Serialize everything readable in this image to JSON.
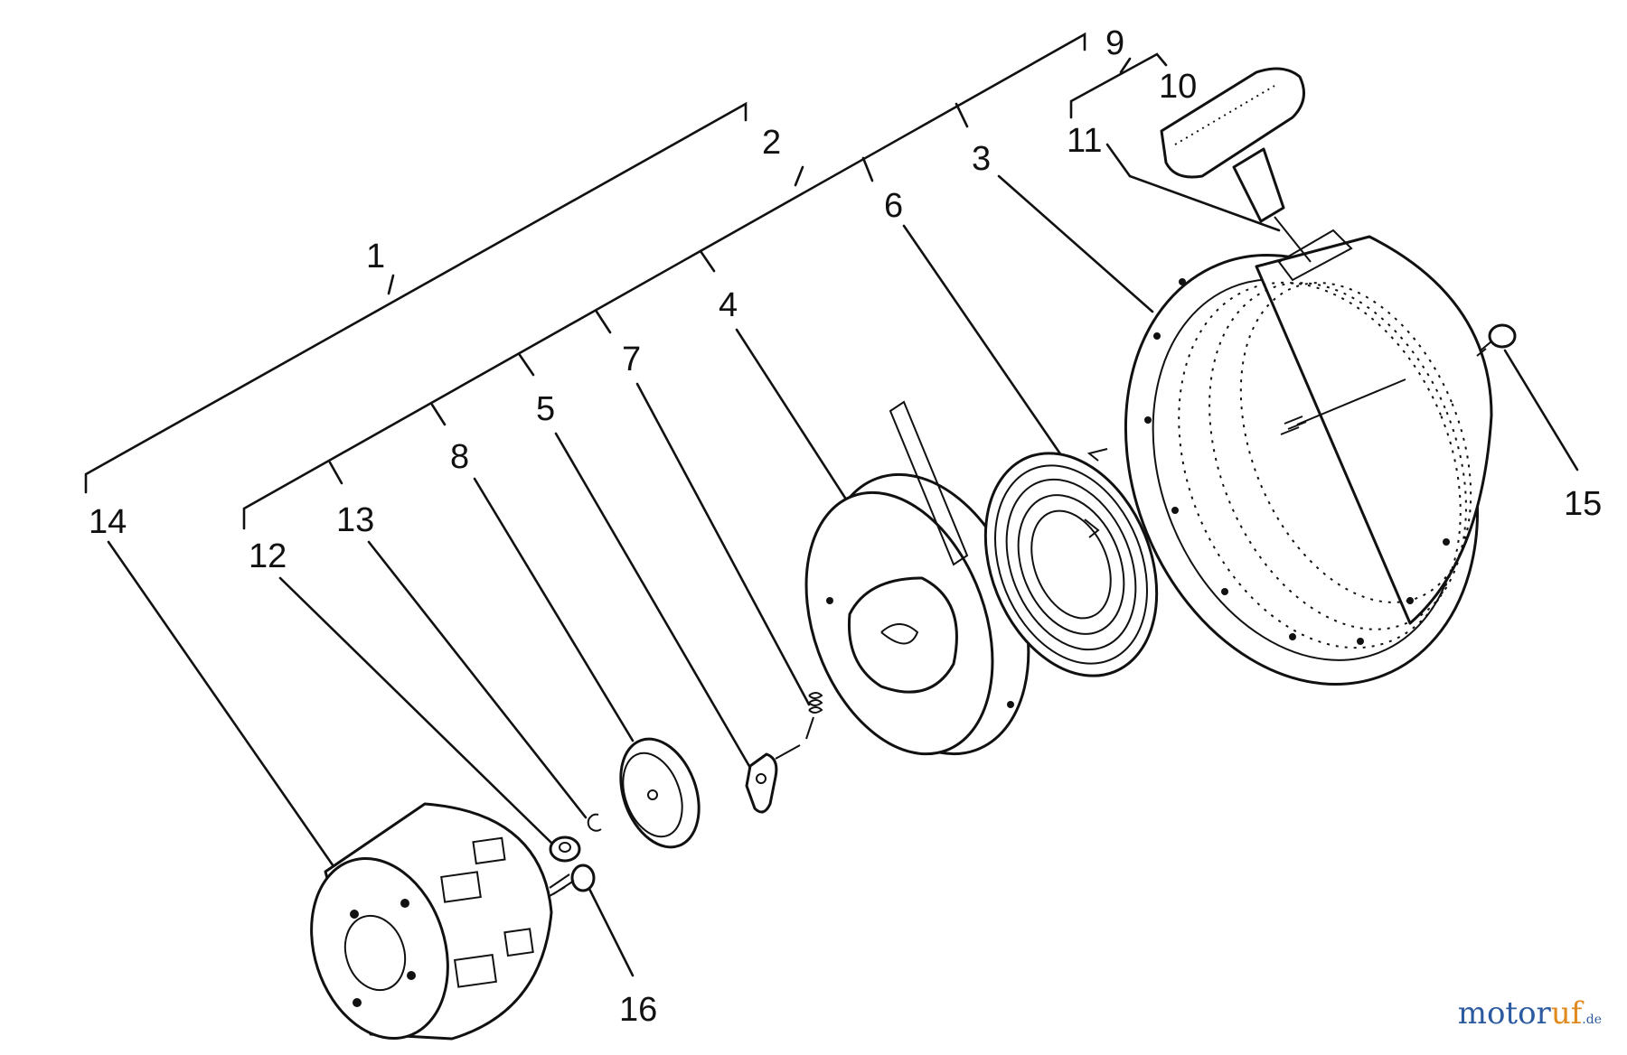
{
  "callouts": [
    {
      "id": "1",
      "text": "1"
    },
    {
      "id": "2",
      "text": "2"
    },
    {
      "id": "3",
      "text": "3"
    },
    {
      "id": "4",
      "text": "4"
    },
    {
      "id": "5",
      "text": "5"
    },
    {
      "id": "6",
      "text": "6"
    },
    {
      "id": "7",
      "text": "7"
    },
    {
      "id": "8",
      "text": "8"
    },
    {
      "id": "9",
      "text": "9"
    },
    {
      "id": "10",
      "text": "10"
    },
    {
      "id": "11",
      "text": "11"
    },
    {
      "id": "12",
      "text": "12"
    },
    {
      "id": "13",
      "text": "13"
    },
    {
      "id": "14",
      "text": "14"
    },
    {
      "id": "15",
      "text": "15"
    },
    {
      "id": "16",
      "text": "16"
    }
  ],
  "watermark": {
    "part1": "motor",
    "part2": "uf",
    "part3": ".de"
  },
  "colors": {
    "ink": "#111111",
    "watermark_blue": "#2c5aa0",
    "watermark_orange": "#e08a1e"
  }
}
